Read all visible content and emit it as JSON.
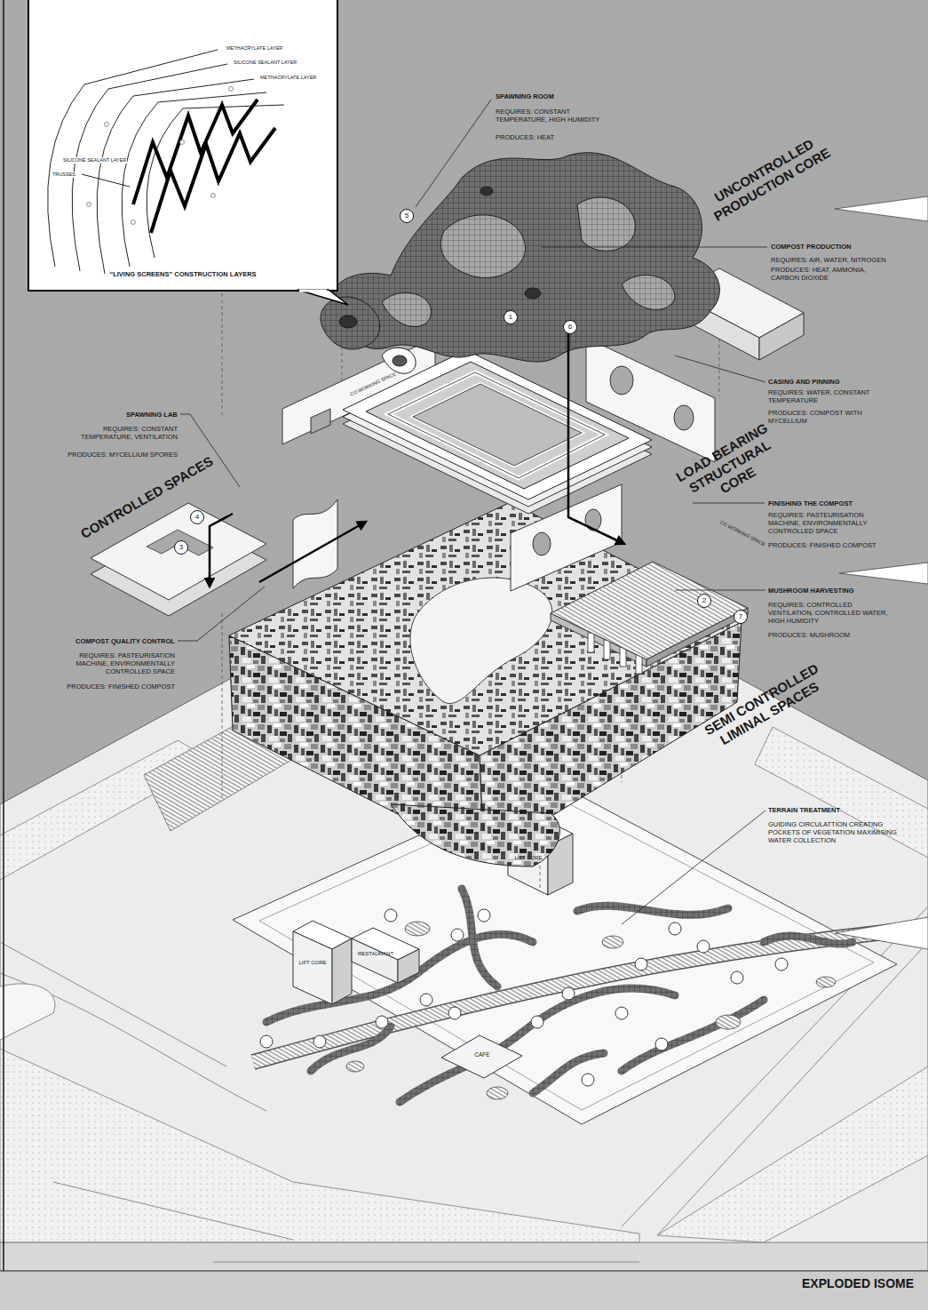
{
  "diagram": {
    "title": "EXPLODED ISOME",
    "nodes": [
      {
        "text": [
          "“LIVING SCREENS” CONSTRUCTION LAYERS"
        ]
      },
      {
        "text": [
          "LIFT CORE"
        ]
      },
      {
        "text": [
          "LIFT CORE"
        ]
      },
      {
        "text": [
          "RESTAURANT"
        ]
      },
      {
        "text": [
          "CAFE"
        ]
      }
    ],
    "labels": [
      "METHACRYLATE LAYER",
      "SILICONE SEALANT LAYER",
      "METHACRYLATE LAYER",
      "SILICONE SEALANT LAYER",
      "TRUSSES",
      "SPAWNING ROOM",
      "REQUIRES: CONSTANT TEMPERATURE, HIGH HUMIDITY",
      "PRODUCES: HEAT",
      "UNCONTROLLED PRODUCTION CORE",
      "5",
      "COMPOST PRODUCTION",
      "REQUIRES: AIR, WATER, NITROGEN",
      "PRODUCES: HEAT, AMMONIA, CARBON DIOXIDE",
      "1",
      "6",
      "CASING AND PINNING",
      "REQUIRES: WATER, CONSTANT TEMPERATURE",
      "PRODUCES: COMPOST WITH MYCELLIUM",
      "CO WORKING SPACE",
      "SPAWNING LAB",
      "REQUIRES: CONSTANT TEMPERATURE, VENTILATION",
      "PRODUCES: MYCELLIUM SPORES",
      "LOAD BEARING STRUCTURAL CORE",
      "CONTROLLED SPACES",
      "4",
      "3",
      "FINISHING THE COMPOST",
      "REQUIRES: PASTEURISATION MACHINE, ENVIRONMENTALLY CONTROLLED SPACE",
      "PRODUCES: FINISHED COMPOST",
      "CO WORKING SPACE",
      "MUSHROOM HARVESTING",
      "REQUIRES: CONTROLLED VENTILATION, CONTROLLED WATER, HIGH HUMIDITY",
      "PRODUCES: MUSHROOM",
      "2",
      "7",
      "COMPOST QUALITY CONTROL",
      "REQUIRES: PASTEURISATION MACHINE, ENVIRONMENTALLY CONTROLLED SPACE",
      "PRODUCES: FINISHED COMPOST",
      "SEMI CONTROLLED LIMINAL SPACES",
      "TERRAIN TREATMENT",
      "GUIDING CIRCULATTION CREATING POCKETS OF VEGETATION MAXIMISING WATER COLLECTION"
    ]
  }
}
